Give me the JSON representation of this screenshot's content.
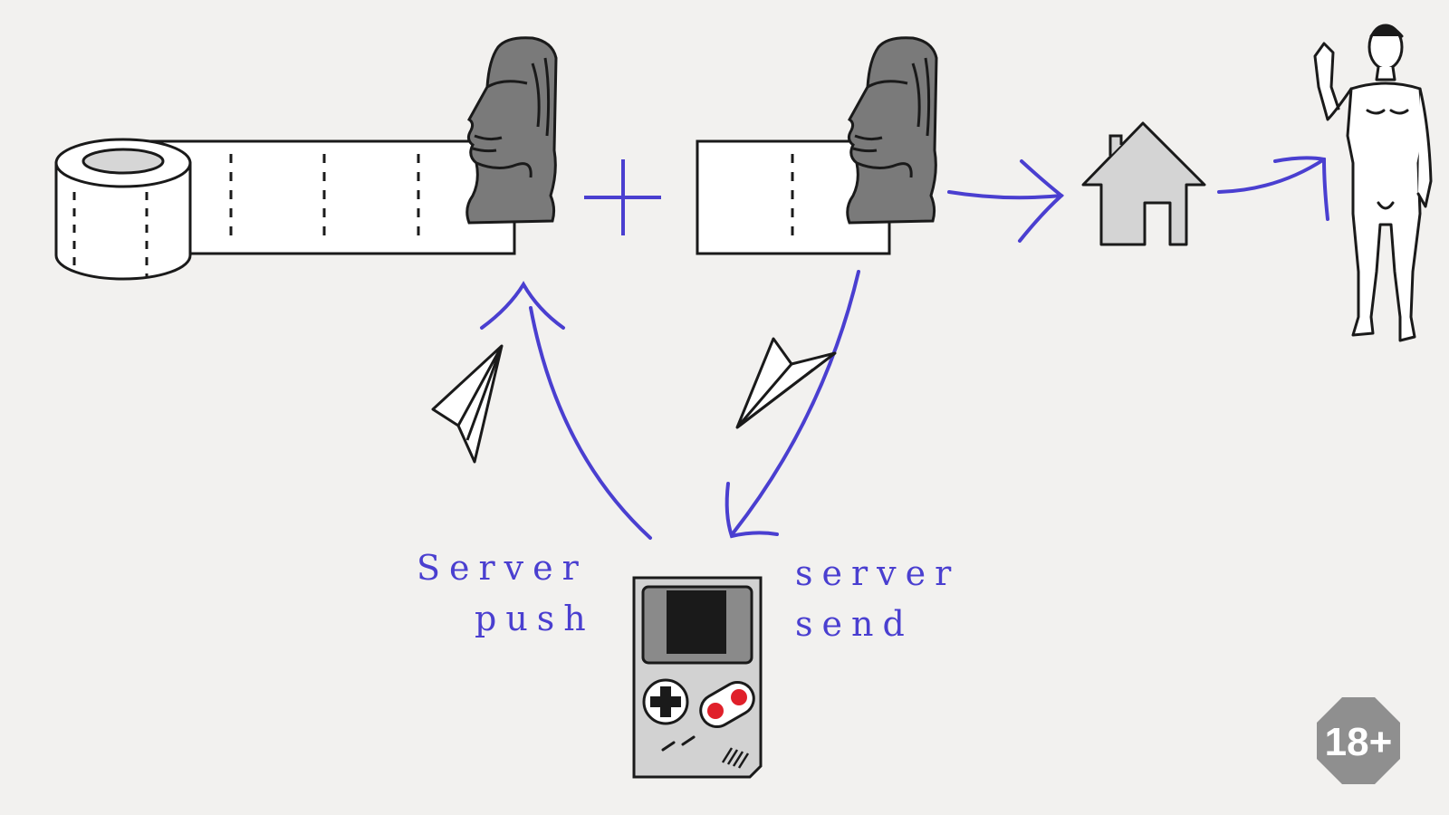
{
  "labels": {
    "server_push_line1": "Server",
    "server_push_line2": "push",
    "server_send_line1": "server",
    "server_send_line2": "send"
  },
  "badge": {
    "text": "18+"
  },
  "colors": {
    "background": "#f2f1ef",
    "accent": "#4a3fd0",
    "stone": "#7a7a7a",
    "badge": "#8f8f8f",
    "button_red": "#e0202a"
  },
  "icons": [
    "toilet-roll-icon",
    "moai-head-icon",
    "plus-icon",
    "house-icon",
    "statue-figure-icon",
    "paper-plane-icon",
    "game-console-icon",
    "age-badge-icon"
  ]
}
